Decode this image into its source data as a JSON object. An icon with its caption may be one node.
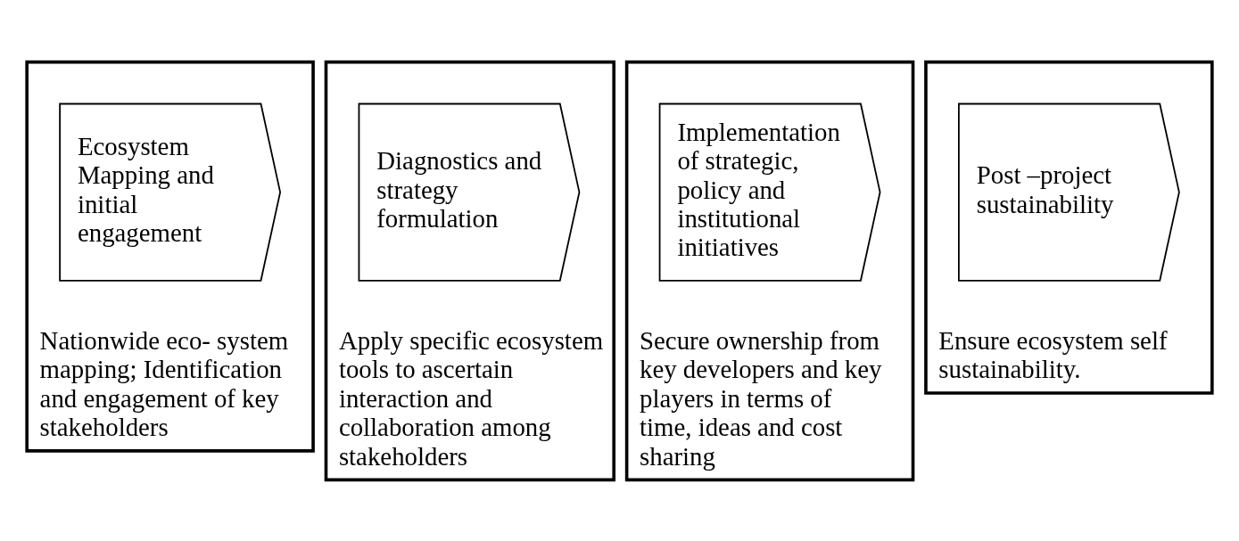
{
  "diagram": {
    "nodes": [
      {
        "text": [
          "Nationwide eco- system mapping; Identification and engagement of key stakeholders"
        ]
      },
      {
        "text": [
          "Ecosystem Mapping and initial engagement"
        ],
        "in": 0
      },
      {
        "text": [
          "Apply specific ecosystem tools to ascertain interaction and collaboration among stakeholders"
        ]
      },
      {
        "text": [
          "Diagnostics and strategy formulation"
        ],
        "in": 2
      },
      {
        "text": [
          "Secure ownership from key developers and key players in terms of time, ideas and cost sharing"
        ]
      },
      {
        "text": [
          "Implementation of strategic, policy and institutional initiatives"
        ],
        "in": 4
      },
      {
        "text": [
          "Ensure ecosystem self sustainability."
        ]
      },
      {
        "text": [
          "Post –project sustainability"
        ],
        "in": 6
      }
    ]
  }
}
